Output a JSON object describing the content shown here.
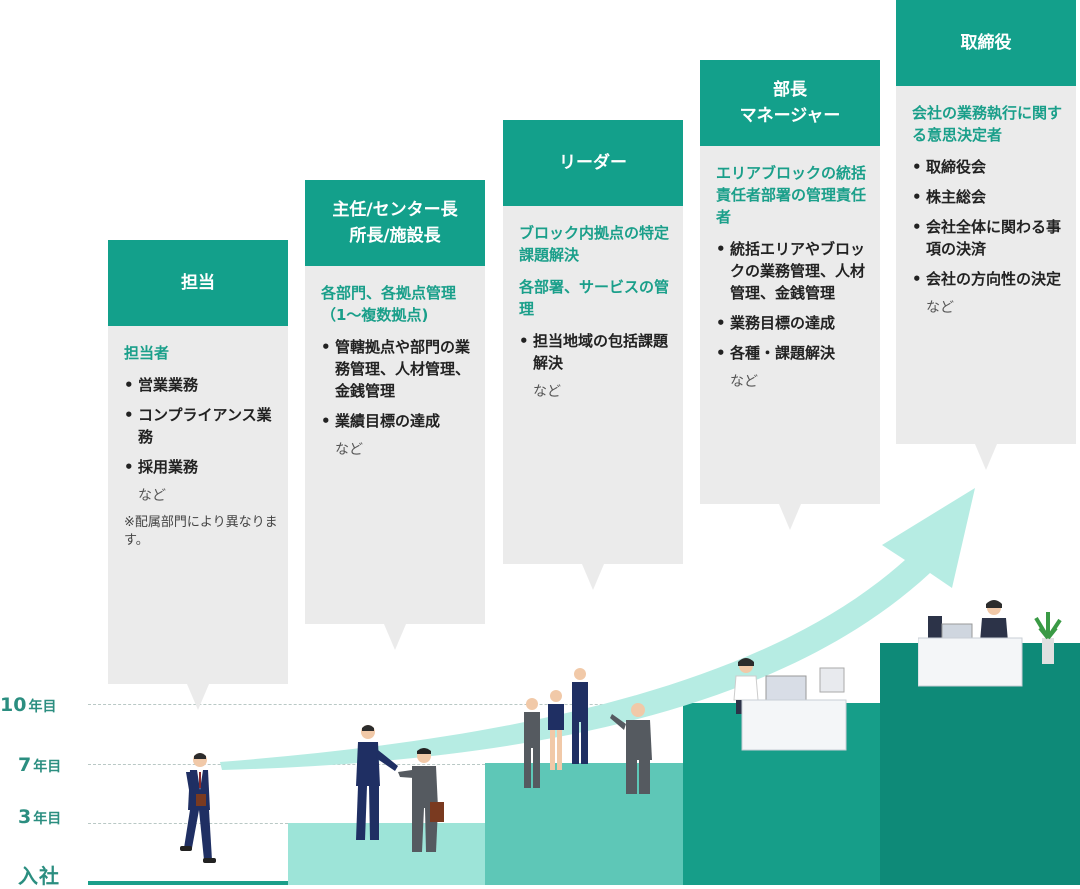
{
  "years": {
    "y10": {
      "num": "10",
      "unit": "年目"
    },
    "y7": {
      "num": "7",
      "unit": "年目"
    },
    "y3": {
      "num": "3",
      "unit": "年目"
    },
    "start": "入社"
  },
  "roles": [
    {
      "title": "担当",
      "subs": [
        "担当者"
      ],
      "items": [
        "営業業務",
        "コンプライアンス業務",
        "採用業務"
      ],
      "etc": "など",
      "note": "※配属部門により異なります。"
    },
    {
      "title_lines": [
        "主任/センター長",
        "所長/施設長"
      ],
      "subs": [
        "各部門、各拠点管理（1～複数拠点)"
      ],
      "items": [
        "管轄拠点や部門の業務管理、人材管理、金銭管理",
        "業績目標の達成"
      ],
      "etc": "など"
    },
    {
      "title": "リーダー",
      "subs": [
        "ブロック内拠点の特定課題解決",
        "各部署、サービスの管理"
      ],
      "items": [
        "担当地域の包括課題解決"
      ],
      "etc": "など"
    },
    {
      "title_lines": [
        "部長",
        "マネージャー"
      ],
      "subs": [
        "エリアブロックの統括責任者部署の管理責任者"
      ],
      "items": [
        "統括エリアやブロックの業務管理、人材管理、金銭管理",
        "業務目標の達成",
        "各種・課題解決"
      ],
      "etc": "など"
    },
    {
      "title": "取締役",
      "subs": [
        "会社の業務執行に関する意思決定者"
      ],
      "items": [
        "取締役会",
        "株主総会",
        "会社全体に関わる事項の決済",
        "会社の方向性の決定"
      ],
      "etc": "など"
    }
  ],
  "colors": {
    "accent": "#13a08b",
    "card_bg": "#ebebeb",
    "arrow": "#b6ece3",
    "steps": [
      "#1a9f8a",
      "#9de4d8",
      "#5ec7b7",
      "#169e89",
      "#0e8a78"
    ]
  }
}
